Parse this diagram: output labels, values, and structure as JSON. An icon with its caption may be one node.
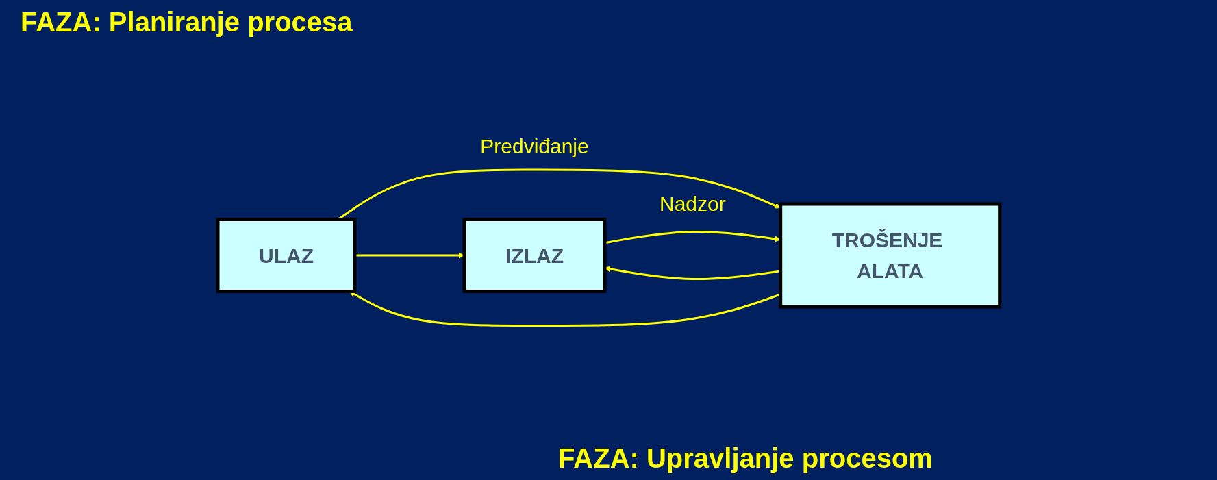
{
  "diagram": {
    "title": "FAZA: Planiranje procesa",
    "caption": "FAZA: Upravljanje procesom",
    "nodes": [
      {
        "text": [
          "ULAZ"
        ]
      },
      {
        "text": [
          "TROŠENJE ALATA"
        ]
      },
      {
        "text": [
          "IZLAZ"
        ]
      }
    ],
    "edges": [
      {
        "from": 0,
        "to": 2,
        "arrow": "to"
      },
      {
        "from": 0,
        "to": 1,
        "arrow": "to",
        "label": "Predviđanje"
      },
      {
        "from": 1,
        "to": 2,
        "arrow": "to"
      },
      {
        "from": 1,
        "to": 0,
        "arrow": "to"
      },
      {
        "from": 2,
        "to": 1,
        "arrow": "to",
        "label": "Nadzor"
      }
    ]
  }
}
